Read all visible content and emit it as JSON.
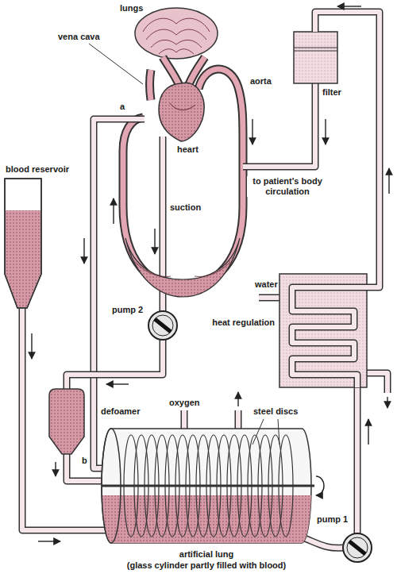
{
  "diagram": {
    "labels": [
      "lungs",
      "vena cava",
      "a",
      "aorta",
      "heart",
      "filter",
      "blood reservoir",
      "suction",
      "to patient's body circulation",
      "water",
      "heat regulation",
      "pump 2",
      "defoamer",
      "oxygen",
      "steel discs",
      "b",
      "pump 1",
      "artificial lung",
      "(glass cylinder partly filled with blood)"
    ]
  }
}
